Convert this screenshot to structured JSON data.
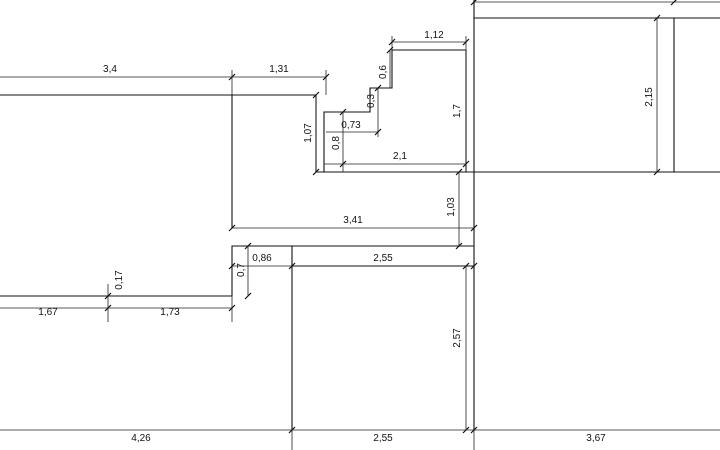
{
  "dimensions": {
    "d_3_4": "3,4",
    "d_1_31": "1,31",
    "d_1_12": "1,12",
    "d_0_6": "0,6",
    "d_0_3": "0,3",
    "d_0_73": "0,73",
    "d_1_07": "1,07",
    "d_0_8": "0,8",
    "d_2_1": "2,1",
    "d_1_7": "1,7",
    "d_2_15": "2,15",
    "d_1_03": "1,03",
    "d_3_41": "3,41",
    "d_0_7": "0,7",
    "d_0_86": "0,86",
    "d_2_55_mid": "2,55",
    "d_0_17": "0,17",
    "d_1_67": "1,67",
    "d_1_73": "1,73",
    "d_2_57": "2,57",
    "d_4_26": "4,26",
    "d_2_55_bottom": "2,55",
    "d_3_67": "3,67"
  }
}
